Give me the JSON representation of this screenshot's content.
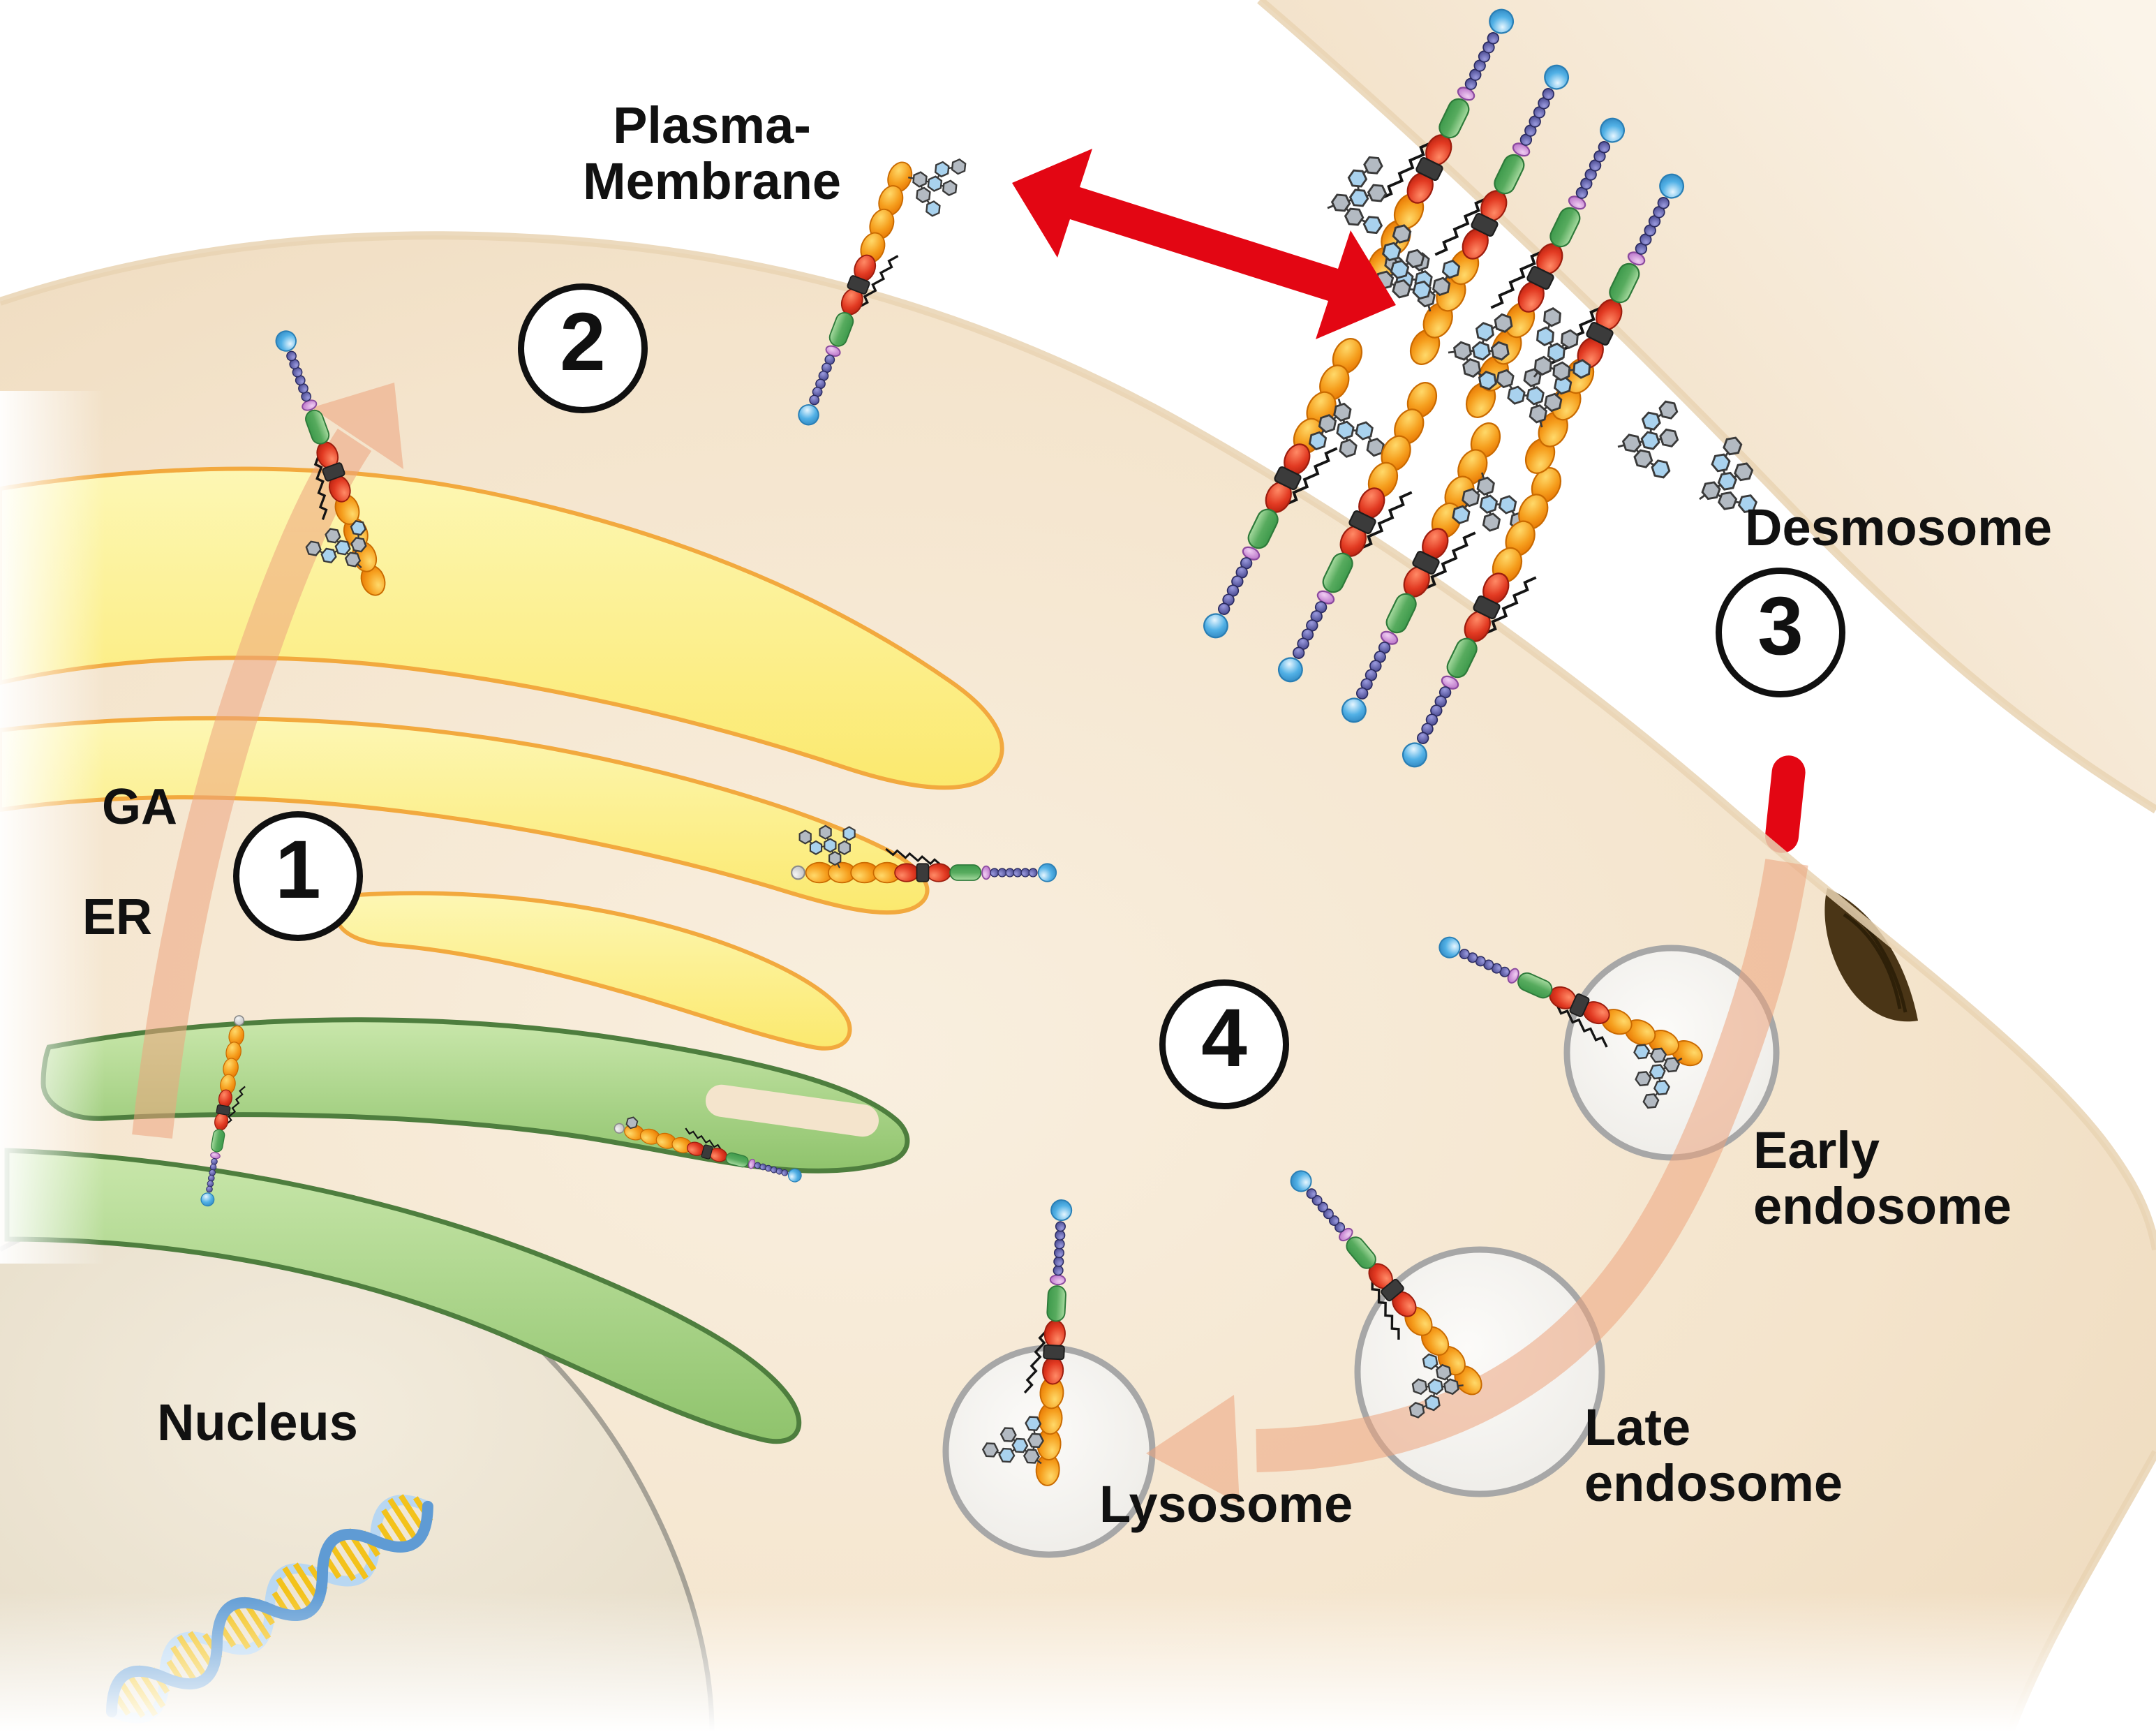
{
  "labels": {
    "plasma_membrane_line1": "Plasma-",
    "plasma_membrane_line2": "Membrane",
    "desmosome": "Desmosome",
    "golgi_apparatus": "GA",
    "endoplasmic_reticulum": "ER",
    "nucleus": "Nucleus",
    "early_endosome_line1": "Early",
    "early_endosome_line2": "endosome",
    "late_endosome_line1": "Late",
    "late_endosome_line2": "endosome",
    "lysosome": "Lysosome"
  },
  "steps": {
    "step1": "1",
    "step2": "2",
    "step3": "3",
    "step4": "4"
  },
  "colors": {
    "background_white": "#ffffff",
    "cell_cytoplasm_beige": "#f4e4cd",
    "golgi_yellow": "#fbee7e",
    "er_green": "#9fce7d",
    "nucleus_gray": "#ebe3d1",
    "vesicle_gray": "#f0eeea",
    "red_arrow": "#e30613",
    "traffic_arrow_salmon": "#eda47e",
    "cadherin_ec_orange": "#f59c1c",
    "cadherin_membrane_red": "#d9382a",
    "cadherin_tm_black": "#3b3b3b",
    "cadherin_cyto_green": "#4ea355",
    "cadherin_adapter_pink": "#c687cd",
    "cadherin_tail_purple": "#4c4c96",
    "cadherin_tail_end_blue": "#54b4e8",
    "glycan_gray": "#b3bac2",
    "glycan_blue": "#a9d2ee",
    "dna_strand_blue": "#5f9bd4",
    "dna_rung_yellow": "#f3c21b",
    "membrane_plaque_brown": "#4a3516"
  }
}
